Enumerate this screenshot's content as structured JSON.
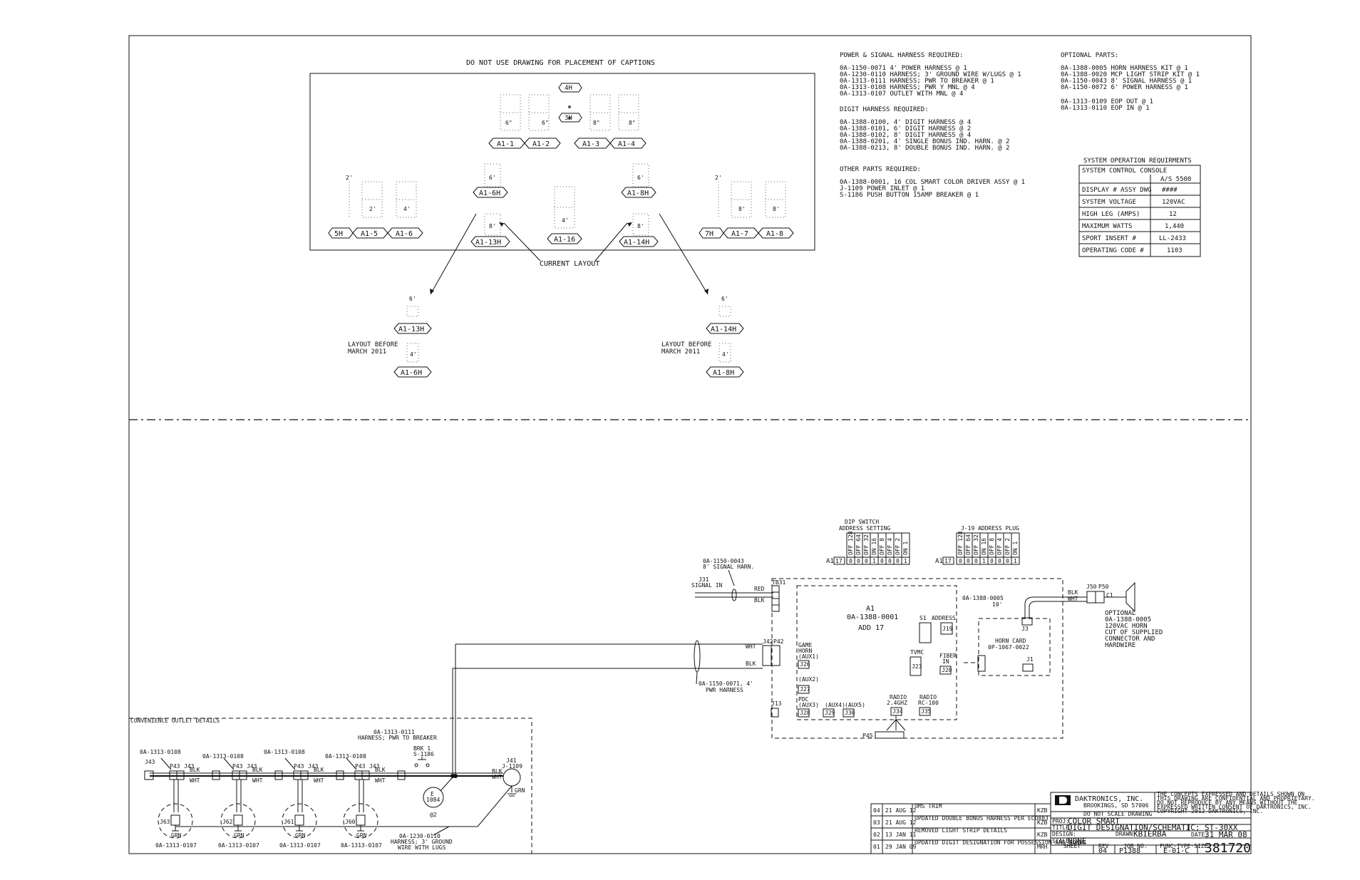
{
  "top": {
    "note": "DO NOT USE DRAWING FOR PLACEMENT OF CAPTIONS",
    "clock_labels": [
      "4H",
      "3H"
    ],
    "clock_digit_sizes": [
      "6\"",
      "6\"",
      "8\"",
      "8\""
    ],
    "clock_addr": [
      "A1-1",
      "A1-2",
      "A1-3",
      "A1-4"
    ],
    "left_score": {
      "size_top": "2'",
      "inner": [
        "2'",
        "4'"
      ],
      "addr": [
        "5H",
        "A1-5",
        "A1-6"
      ]
    },
    "right_score": {
      "size_top": "2'",
      "inner": [
        "8'",
        "8'"
      ],
      "addr": [
        "7H",
        "A1-7",
        "A1-8"
      ]
    },
    "small_left": {
      "sizes": [
        "6'",
        "8'"
      ],
      "addr": [
        "A1-6H",
        "A1-13H"
      ]
    },
    "small_right": {
      "sizes": [
        "6'",
        "8'"
      ],
      "addr": [
        "A1-8H",
        "A1-14H"
      ]
    },
    "center": {
      "size": "4'",
      "addr": "A1-16"
    },
    "current_layout": "CURRENT LAYOUT",
    "before_left": {
      "size": "6'",
      "addr1": "A1-13H",
      "inner": "4'",
      "addr2": "A1-6H",
      "label1": "LAYOUT BEFORE",
      "label2": "MARCH 2011"
    },
    "before_right": {
      "size": "6'",
      "addr1": "A1-14H",
      "inner": "4'",
      "addr2": "A1-8H",
      "label1": "LAYOUT BEFORE",
      "label2": "MARCH 2011"
    }
  },
  "parts": {
    "power_title": "POWER & SIGNAL HARNESS REQUIRED:",
    "power": [
      "0A-1150-0071 4' POWER HARNESS @ 1",
      "0A-1230-0110 HARNESS; 3' GROUND WIRE W/LUGS @ 1",
      "0A-1313-0111 HARNESS; PWR TO BREAKER @ 1",
      "0A-1313-0108 HARNESS; PWR Y MNL @ 4",
      "0A-1313-0107 OUTLET WITH MNL @ 4"
    ],
    "digit_title": "DIGIT HARNESS REQUIRED:",
    "digit": [
      "0A-1388-0100, 4' DIGIT HARNESS @ 4",
      "0A-1388-0101, 6' DIGIT HARNESS @ 2",
      "0A-1388-0102, 8' DIGIT HARNESS @ 4",
      "0A-1388-0201, 4' SINGLE BONUS IND. HARN. @ 2",
      "0A-1388-0213, 8' DOUBLE BONUS IND. HARN. @ 2"
    ],
    "other_title": "OTHER PARTS REQUIRED:",
    "other": [
      "0A-1388-0001, 16 COL SMART COLOR DRIVER ASSY @ 1",
      "J-1109 POWER INLET @ 1",
      "S-1186 PUSH BUTTON 15AMP BREAKER @ 1"
    ],
    "optional_title": "OPTIONAL PARTS:",
    "optional": [
      "0A-1388-0005 HORN HARNESS KIT @ 1",
      "0A-1388-0020 MCP LIGHT STRIP KIT @ 1",
      "0A-1150-0043 8' SIGNAL HARNESS @ 1",
      "0A-1150-0072 6' POWER HARNESS @ 1"
    ],
    "optional2": [
      "0A-1313-0109 EOP OUT @ 1",
      "0A-1313-0110 EOP IN @ 1"
    ]
  },
  "sysop": {
    "title": "SYSTEM OPERATION REQUIRMENTS",
    "rows": [
      [
        "SYSTEM CONTROL CONSOLE",
        "A/S 5500"
      ],
      [
        "DISPLAY # ASSY DWG",
        "####"
      ],
      [
        "SYSTEM VOLTAGE",
        "120VAC"
      ],
      [
        "HIGH LEG (AMPS)",
        "12"
      ],
      [
        "MAXIMUM WATTS",
        "1,440"
      ],
      [
        "SPORT INSERT #",
        "LL-2433"
      ],
      [
        "OPERATING CODE #",
        "1103"
      ]
    ]
  },
  "schematic": {
    "dip_title1": "DIP SWITCH",
    "dip_title2": "ADDRESS SETTING",
    "dip_labels": [
      "OFF 128",
      "OFF 64",
      "OFF 32",
      "ON 16",
      "OFF 8",
      "OFF 4",
      "OFF 2",
      "ON 1"
    ],
    "dip_values": [
      "0",
      "0",
      "0",
      "1",
      "0",
      "0",
      "0",
      "1"
    ],
    "j19_title": "J-19 ADDRESS PLUG",
    "j19_labels": [
      "OFF 128",
      "OFF 64",
      "OFF 32",
      "ON 16",
      "OFF 8",
      "OFF 4",
      "OFF 2",
      "ON 1"
    ],
    "j19_values": [
      "0",
      "0",
      "0",
      "1",
      "0",
      "0",
      "0",
      "1"
    ],
    "a1_label": "A1",
    "addr_num": "17",
    "sig_harn1": "0A-1150-0043",
    "sig_harn2": "8' SIGNAL HARN.",
    "j31": "J31",
    "signal_in": "SIGNAL IN",
    "tb31": "TB31",
    "red": "RED",
    "blk": "BLK",
    "wht": "WHT",
    "a1_title": "A1",
    "a1_part": "0A-1388-0001",
    "a1_addr": "ADD 17",
    "s1": "S1",
    "address": "ADDRESS",
    "j19": "J19",
    "game_horn": [
      "GAME",
      "HORN",
      "(AUX1)"
    ],
    "j26": "J26",
    "aux2": "(AUX2)",
    "j27": "J27",
    "pdc": [
      "PDC",
      "(AUX3)"
    ],
    "aux4": "(AUX4)",
    "aux5": "(AUX5)",
    "j28": "J28",
    "j29": "J29",
    "j30": "J30",
    "tvmc": "TVMC",
    "j23": "J23",
    "fiber": [
      "FIBER",
      "IN"
    ],
    "j20": "J20",
    "radio1": [
      "RADIO",
      "2.4GHZ"
    ],
    "radio2": [
      "RADIO",
      "RC-100"
    ],
    "j34": "J34",
    "j35": "J35",
    "p45": "P45",
    "j42": "J42",
    "p42": "P42",
    "j13": "J13",
    "pwr_harn": [
      "0A-1150-0071, 4'",
      "PWR HARNESS"
    ],
    "horn_harn": [
      "0A-1388-0005",
      "10'"
    ],
    "j3": "J3",
    "horn_card": [
      "HORN CARD",
      "0P-1067-0022"
    ],
    "j1": "J1",
    "j50": "J50",
    "p50": "P50",
    "c1": "C1",
    "horn_note": [
      "OPTIONAL",
      "0A-1388-0005",
      "120VAC HORN",
      "CUT OF SUPPLIED",
      "CONNECTOR AND",
      "HARDWIRE"
    ],
    "outlet_title": "CONVENIENCE OUTLET DETAILS",
    "brk_harn": [
      "0A-1313-0111",
      "HARNESS; PWR TO BREAKER"
    ],
    "brk": [
      "BRK 1",
      "S-1186"
    ],
    "j41": [
      "J41",
      "J-1109"
    ],
    "grn": "GRN",
    "e": [
      "E",
      "1084"
    ],
    "e_qty": "@2",
    "gnd_harn": [
      "0A-1230-0110",
      "HARNESS; 3' GROUND",
      "WIRE WITH LUGS"
    ],
    "y_harn": "0A-1313-0108",
    "j43": "J43",
    "p43": "P43",
    "outlets": [
      "J63",
      "J62",
      "J61",
      "J60"
    ],
    "outlet_part": "0A-1313-0107"
  },
  "revisions": [
    [
      "04",
      "21 AUG 12",
      "OMS TRIM",
      "KZB"
    ],
    [
      "03",
      "21 AUG 12",
      "UPDATED DOUBLE BONUS HARNESS PER ECO883",
      "KZB"
    ],
    [
      "02",
      "13 JAN 11",
      "REMOVED LIGHT STRIP DETAILS",
      "KZB"
    ],
    [
      "01",
      "29 JAN 09",
      "UPDATED DIGIT DESIGNATION FOR POSSESSION AND BONUS",
      "MRH"
    ]
  ],
  "titleblock": {
    "company": "DAKTRONICS, INC.",
    "city": "BROOKINGS, SD 57006",
    "note": "DO NOT SCALE DRAWING",
    "proj_lbl": "PROJ:",
    "proj": "COLOR SMART",
    "title_lbl": "TITLE:",
    "title": "DIGIT DESIGNATION/SCHEMATIC; ST-30XX",
    "design_lbl": "DESIGN:",
    "drawn_lbl": "DRAWN:",
    "drawn": "KBIERBA",
    "date_lbl": "DATE:",
    "date": "31 MAR 08",
    "scale_lbl": "SCALE:",
    "scale": "NONE",
    "sheet_lbl": "SHEET",
    "rev_lbl": "REV",
    "rev": "04",
    "job_lbl": "JOB NO.",
    "job": "P1388",
    "type_lbl": "FUNC-TYPE-SIZE",
    "type": "E-01-C",
    "dwg": "381720",
    "confid": [
      "THE CONCEPTS EXPRESSED AND DETAILS SHOWN ON",
      "THIS DRAWING ARE CONFIDENTIAL AND PROPRIETARY.",
      "DO NOT REPRODUCE BY ANY MEANS WITHOUT THE",
      "EXPRESSED WRITTEN CONSENT OF DAKTRONICS, INC.",
      "COPYRIGHT 2012 DAKTRONICS, INC."
    ]
  }
}
